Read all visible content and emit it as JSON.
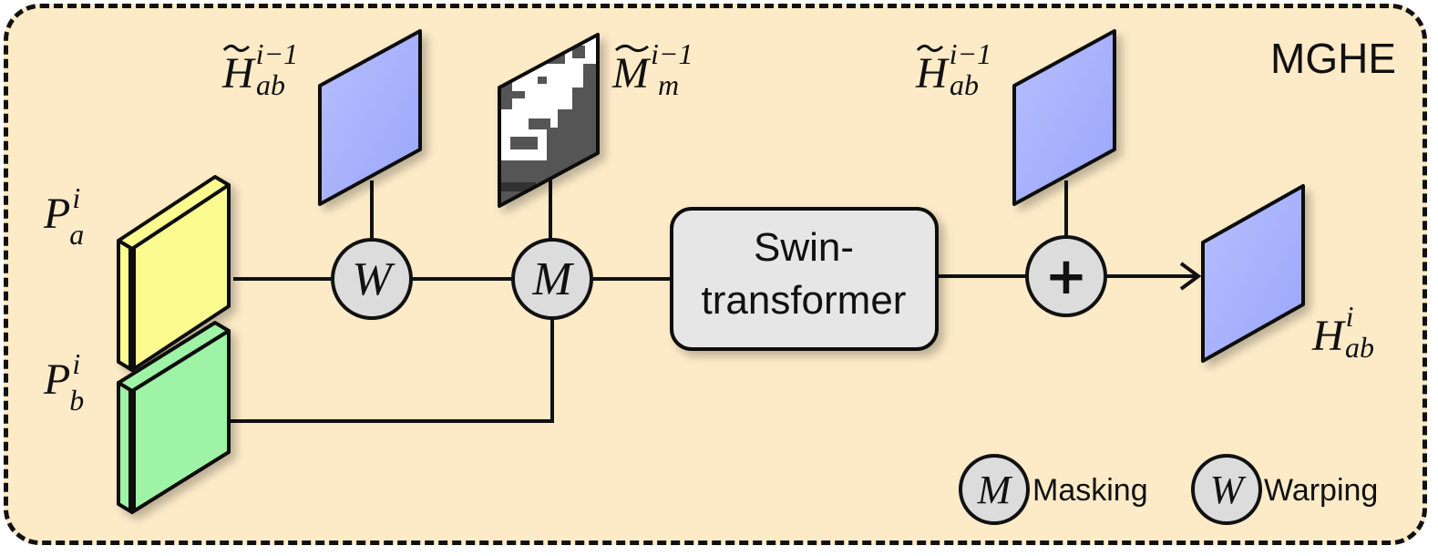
{
  "title": "MGHE",
  "inputs": {
    "pa": {
      "base": "P",
      "sub": "a",
      "sup": "i"
    },
    "pb": {
      "base": "P",
      "sub": "b",
      "sup": "i"
    }
  },
  "feature_labels": {
    "h_prev_1": {
      "base": "H",
      "sub": "ab",
      "sup": "i−1"
    },
    "m_prev": {
      "base": "M",
      "sub": "m",
      "sup": "i−1"
    },
    "h_prev_2": {
      "base": "H",
      "sub": "ab",
      "sup": "i−1"
    },
    "h_out": {
      "base": "H",
      "sub": "ab",
      "sup": "i"
    }
  },
  "operators": {
    "warp_symbol": "W",
    "mask_symbol": "M",
    "add_symbol": "+"
  },
  "swin_box": {
    "line1": "Swin-",
    "line2": "transformer"
  },
  "legend": {
    "masking_symbol": "M",
    "masking_label": "Masking",
    "warping_symbol": "W",
    "warping_label": "Warping"
  },
  "colors": {
    "background": "#fdebc8",
    "pa_face": "#fbfb8f",
    "pb_face": "#9ff3a6",
    "feature_map": "#a7b1fb",
    "operator_fill": "#dcdcdc",
    "swin_fill": "#e6e6e6"
  }
}
